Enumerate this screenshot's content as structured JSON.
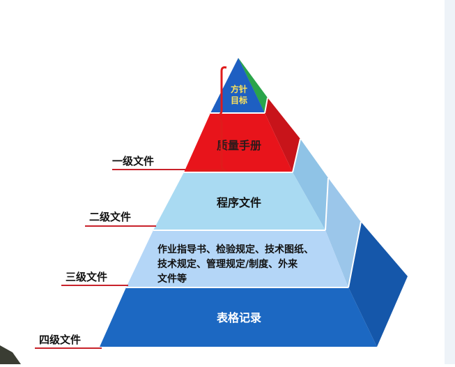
{
  "pyramid": {
    "tiers": [
      {
        "id": "top",
        "label_lines": [
          "方针",
          "目标"
        ],
        "color": "#1E5FC2"
      },
      {
        "id": "manual",
        "label_lines": [
          "质量手册"
        ],
        "color": "#E8141B"
      },
      {
        "id": "procedure",
        "label_lines": [
          "程序文件"
        ],
        "color": "#A9DAF2"
      },
      {
        "id": "instruction",
        "label_lines": [
          "作业指导书、检验规定、技术图纸、",
          "技术规定、管理规定/制度、外来",
          "文件等"
        ],
        "color": "#B4D6F7"
      },
      {
        "id": "records",
        "label_lines": [
          "表格记录"
        ],
        "color": "#1C68C2"
      }
    ]
  },
  "levels": [
    {
      "id": "level-1",
      "label": "一级文件"
    },
    {
      "id": "level-2",
      "label": "二级文件"
    },
    {
      "id": "level-3",
      "label": "三级文件"
    },
    {
      "id": "level-4",
      "label": "四级文件"
    }
  ],
  "colors": {
    "bracket": "#E01B1B",
    "underline": "#C8222A",
    "side_green": "#2AA44A",
    "side_red": "#C8141A",
    "side_light": "#8FC3E6",
    "side_lighter": "#9BC6EA",
    "side_dark": "#1557AA"
  }
}
